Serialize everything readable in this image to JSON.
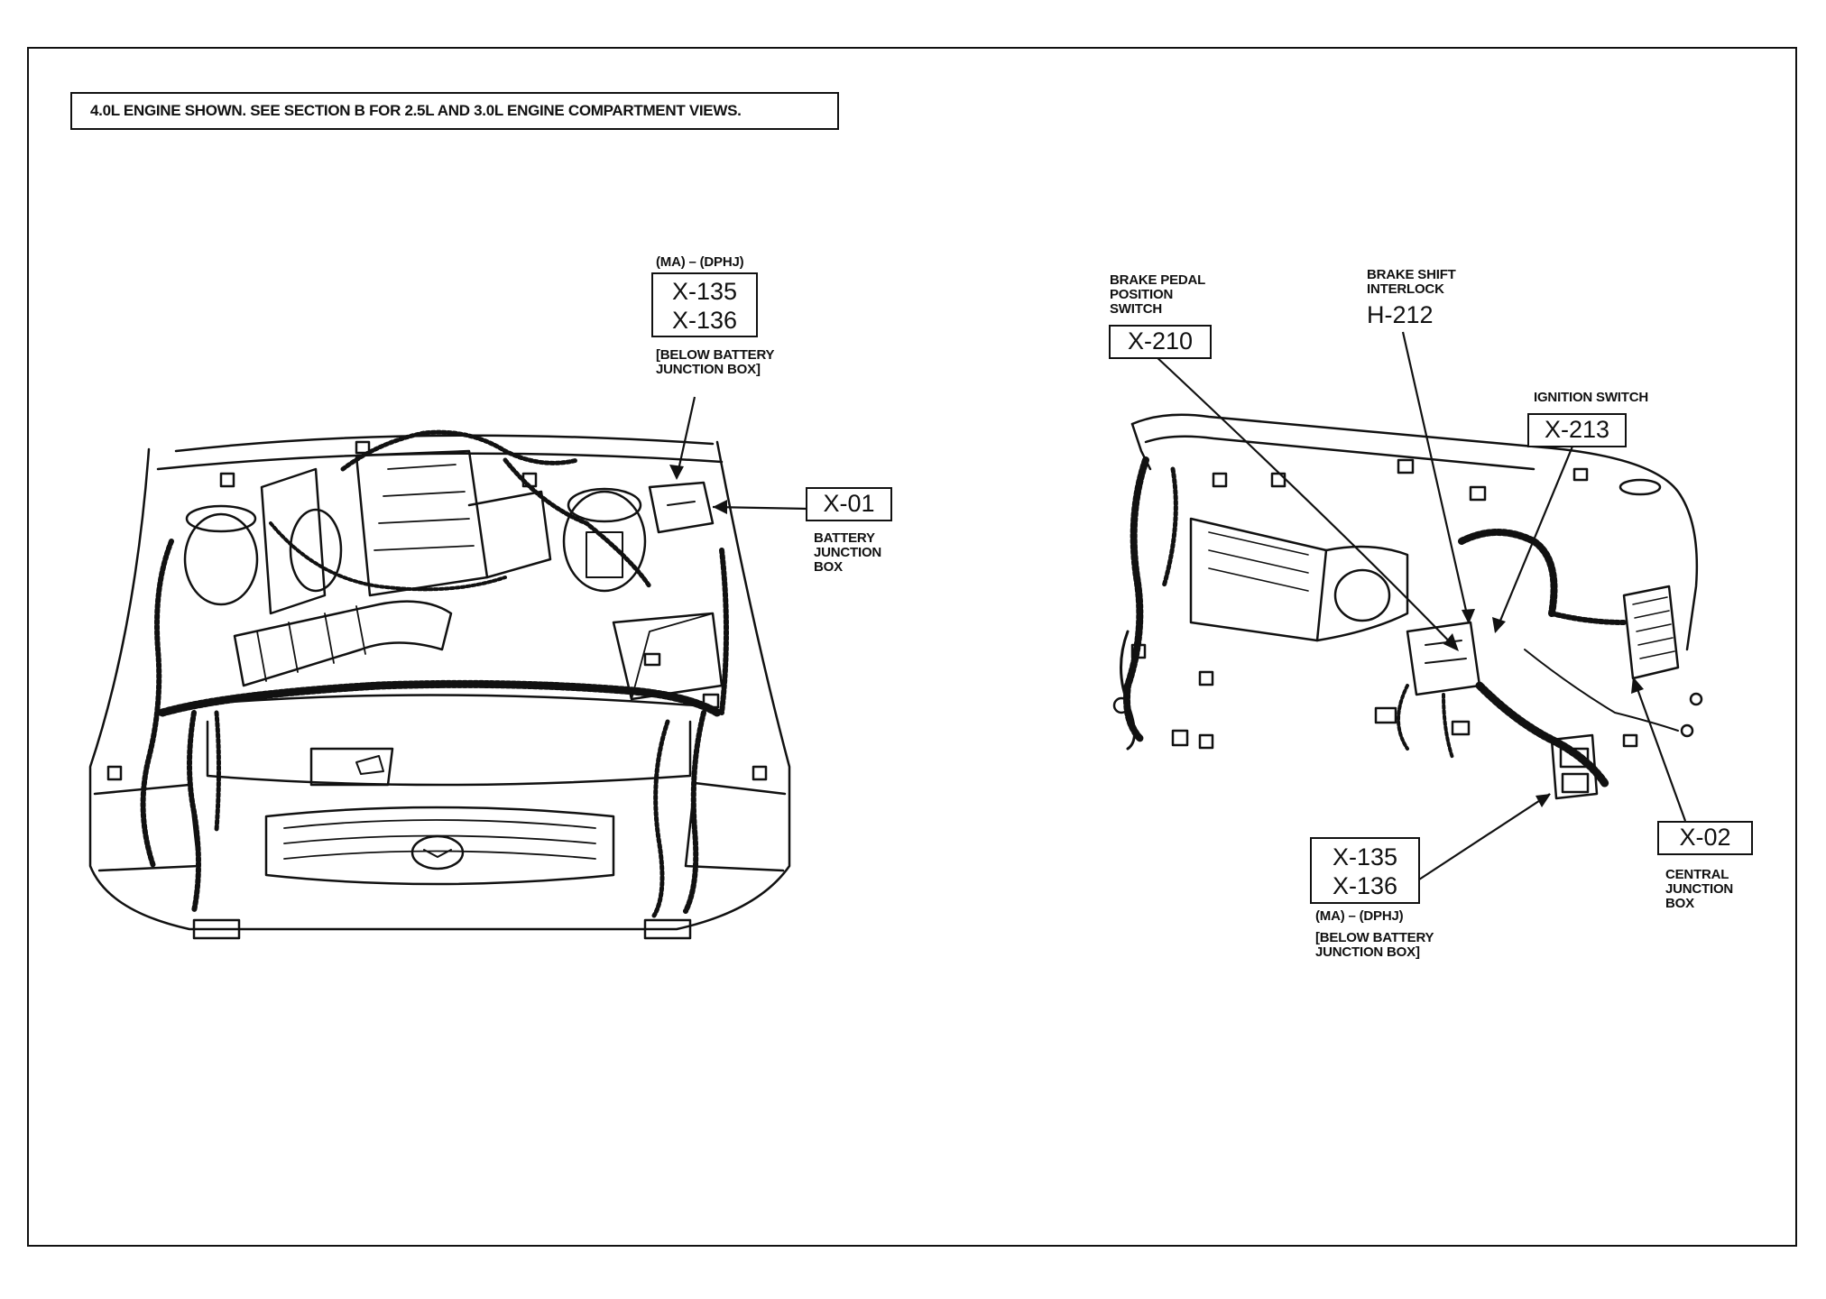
{
  "note": "4.0L ENGINE SHOWN. SEE SECTION B FOR 2.5L AND 3.0L ENGINE COMPARTMENT VIEWS.",
  "engine": {
    "x135_group": {
      "top_code": "(MA) – (DPHJ)",
      "codes": [
        "X-135",
        "X-136"
      ],
      "note_lines": [
        "[BELOW BATTERY",
        "JUNCTION BOX]"
      ]
    },
    "x01": {
      "code": "X-01",
      "label_lines": [
        "BATTERY",
        "JUNCTION",
        "BOX"
      ]
    }
  },
  "dash": {
    "x210": {
      "label_lines": [
        "BRAKE PEDAL",
        "POSITION",
        "SWITCH"
      ],
      "code": "X-210"
    },
    "h212": {
      "label_lines": [
        "BRAKE SHIFT",
        "INTERLOCK"
      ],
      "code": "H-212"
    },
    "x213": {
      "label": "IGNITION SWITCH",
      "code": "X-213"
    },
    "x02": {
      "code": "X-02",
      "label_lines": [
        "CENTRAL",
        "JUNCTION",
        "BOX"
      ]
    },
    "x135_group": {
      "codes": [
        "X-135",
        "X-136"
      ],
      "top_code": "(MA) – (DPHJ)",
      "note_lines": [
        "[BELOW BATTERY",
        "JUNCTION BOX]"
      ]
    }
  },
  "colors": {
    "ink": "#111111",
    "paper": "#ffffff"
  }
}
